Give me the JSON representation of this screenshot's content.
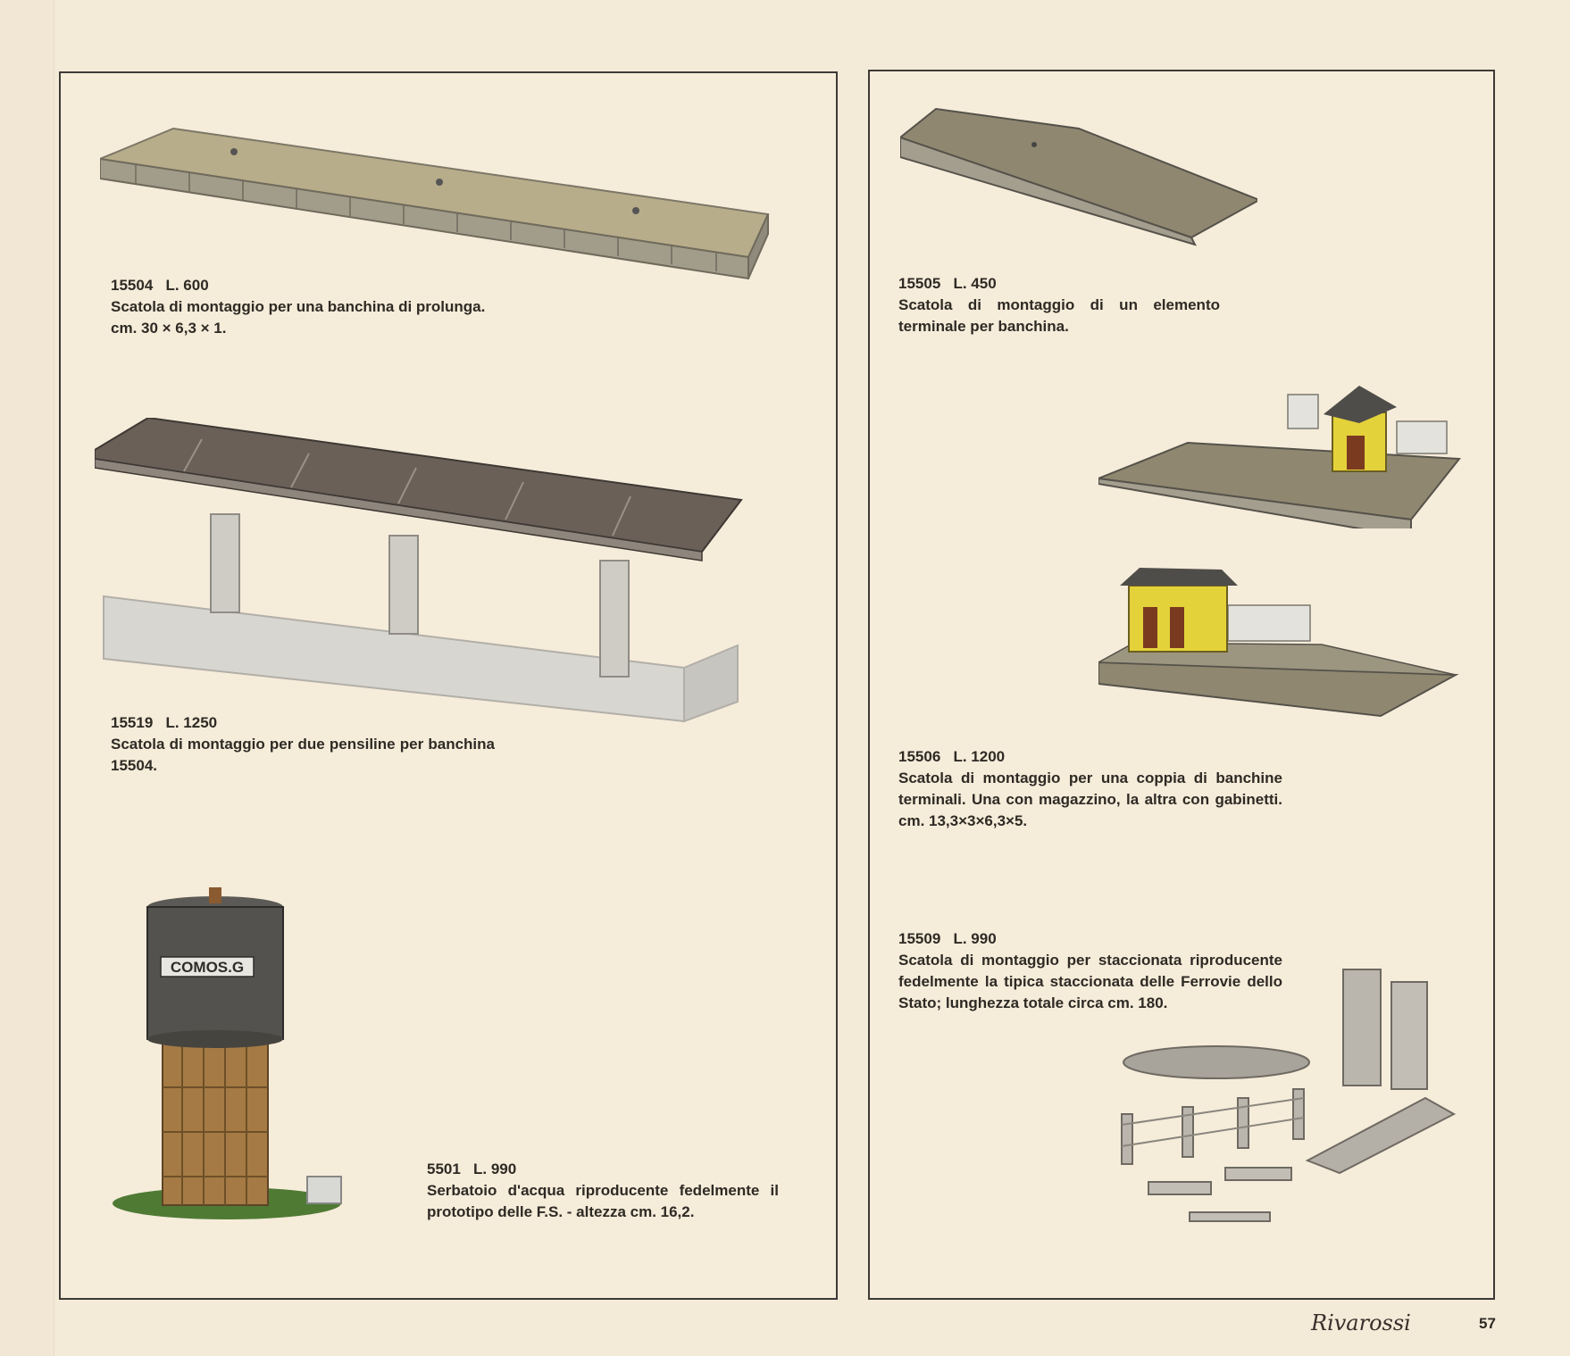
{
  "products": [
    {
      "code": "15504",
      "price": "L. 600",
      "description": "Scatola di montaggio per una banchina di prolunga.",
      "dimensions": "cm. 30 × 6,3 × 1."
    },
    {
      "code": "15519",
      "price": "L. 1250",
      "description": "Scatola di montaggio per due pensiline per banchina 15504."
    },
    {
      "code": "5501",
      "price": "L. 990",
      "description": "Serbatoio d'acqua riproducente fedelmente il prototipo delle F.S. - altezza cm. 16,2.",
      "tank_label": "COMOS.G"
    },
    {
      "code": "15505",
      "price": "L. 450",
      "description": "Scatola di montaggio di un elemento terminale per banchina."
    },
    {
      "code": "15506",
      "price": "L. 1200",
      "description": "Scatola di montaggio per una coppia di banchine terminali. Una con magazzino, la altra con gabinetti. cm. 13,3×3×6,3×5."
    },
    {
      "code": "15509",
      "price": "L. 990",
      "description": "Scatola di montaggio per staccionata riproducente fedelmente la tipica staccionata delle Ferrovie dello Stato; lunghezza totale circa cm. 180."
    }
  ],
  "footer": {
    "brand": "Rivarossi",
    "page_number": "57"
  },
  "colors": {
    "paper": "#f4ead8",
    "platform_top": "#b8ad8a",
    "platform_edge": "#8f8a7c",
    "roof": "#6b6058",
    "concrete": "#d8d6d0",
    "hut_yellow": "#e4d23a",
    "tower_tank": "#54524e",
    "tower_brick": "#a57a44"
  }
}
